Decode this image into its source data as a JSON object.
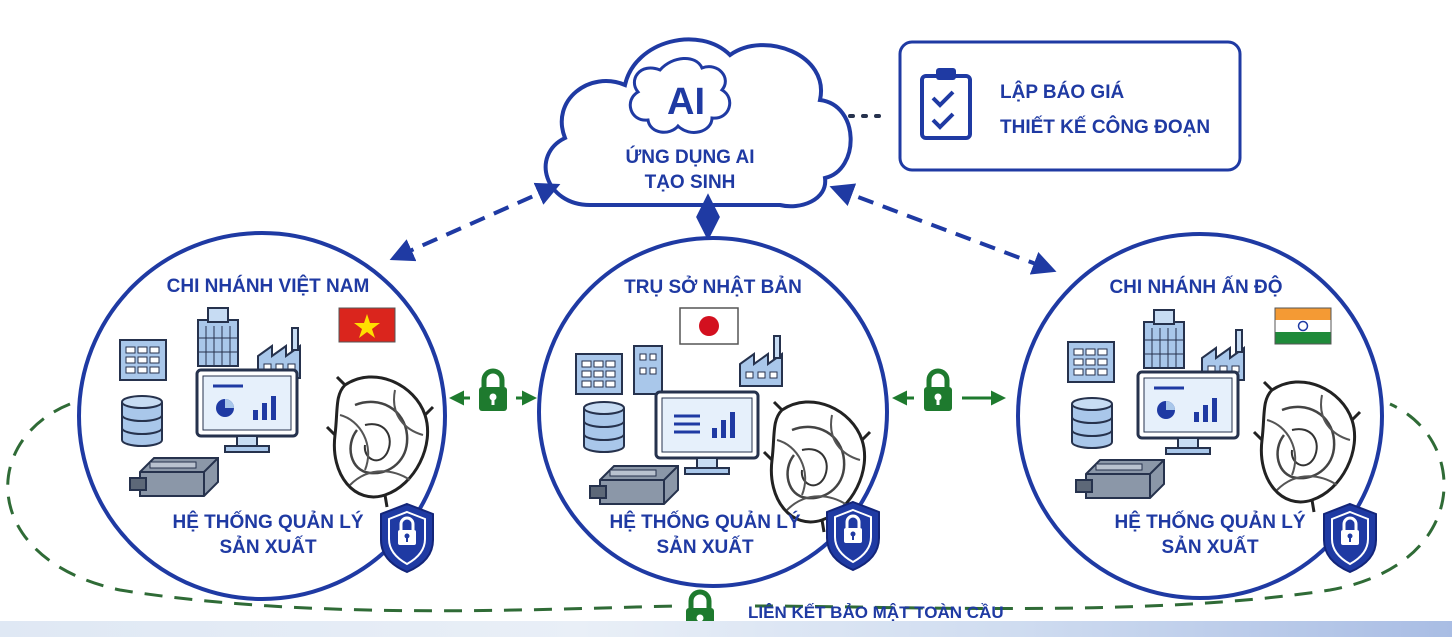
{
  "cloud": {
    "ai_logo": "AI",
    "line1": "ỨNG DỤNG AI",
    "line2": "TẠO SINH"
  },
  "task_box": {
    "line1": "LẬP BÁO GIÁ",
    "line2": "THIẾT KẾ CÔNG ĐOẠN"
  },
  "sites": [
    {
      "title": "CHI NHÁNH VIỆT NAM",
      "system_line1": "HỆ THỐNG QUẢN LÝ",
      "system_line2": "SẢN XUẤT"
    },
    {
      "title": "TRỤ SỞ NHẬT BẢN",
      "system_line1": "HỆ THỐNG QUẢN LÝ",
      "system_line2": "SẢN XUẤT"
    },
    {
      "title": "CHI NHÁNH ẤN ĐỘ",
      "system_line1": "HỆ THỐNG QUẢN LÝ",
      "system_line2": "SẢN XUẤT"
    }
  ],
  "global_link": "LIÊN KẾT BẢO MẬT TOÀN CẦU",
  "colors": {
    "navy": "#1f3aa3",
    "green": "#1e7a2e",
    "dash_green": "#2f6b36",
    "light_blue": "#a9c7ea"
  },
  "icons": [
    "cloud-icon",
    "clipboard-check-icon",
    "vietnam-flag-icon",
    "japan-flag-icon",
    "india-flag-icon",
    "office-building-icon",
    "factory-icon",
    "server-icon",
    "database-icon",
    "monitor-chart-icon",
    "control-unit-icon",
    "wire-harness-icon",
    "shield-lock-icon",
    "padlock-icon"
  ]
}
